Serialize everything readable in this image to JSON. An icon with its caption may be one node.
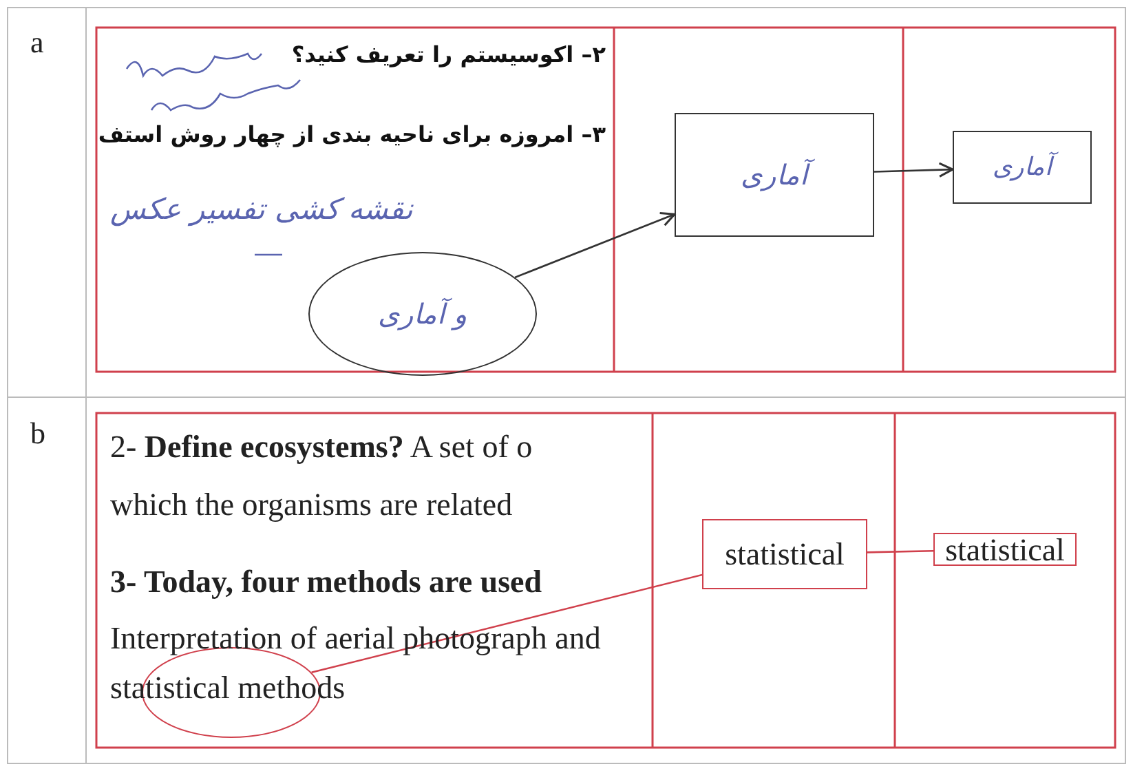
{
  "diagram": {
    "nodes": [
      {
        "text": [
          "و آماری"
        ]
      },
      {
        "text": [
          "آماری"
        ]
      },
      {
        "text": [
          "آماری"
        ]
      },
      {
        "text": [],
        "shape": "ellipse"
      },
      {
        "text": [
          "statistical"
        ]
      },
      {
        "text": [
          "statistical"
        ]
      }
    ],
    "edges": [
      {
        "from": 0,
        "to": 1,
        "arrow": "to"
      },
      {
        "from": 1,
        "to": 2,
        "arrow": "to"
      },
      {
        "from": 3,
        "to": 4,
        "arrow": "none",
        "color": "#d0404c"
      },
      {
        "from": 4,
        "to": 5,
        "arrow": "none",
        "color": "#d0404c"
      }
    ],
    "labels": [
      "a",
      "۲– اکوسیستم را تعریف کنید؟",
      "۳– امروزه برای ناحیه بندی از چهار روش استف",
      "نقشه کشی تفسیر عکس",
      "b",
      "2- **Define ecosystems?** A set of o",
      "which the organisms are related",
      "**3- Today, four methods are used**",
      "Interpretation of aerial photograph and statistical methods"
    ]
  }
}
